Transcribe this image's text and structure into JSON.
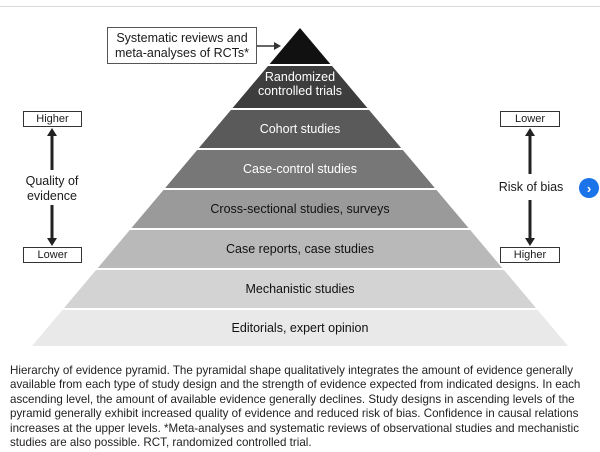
{
  "figure": {
    "apex_callout": "Systematic reviews and meta-analyses of RCTs*",
    "levels": [
      {
        "text": "Randomized controlled trials",
        "fill": "#3d3d3d",
        "color": "#ffffff"
      },
      {
        "text": "Cohort studies",
        "fill": "#5a5a5a",
        "color": "#ffffff"
      },
      {
        "text": "Case-control studies",
        "fill": "#777777",
        "color": "#ffffff"
      },
      {
        "text": "Cross-sectional studies, surveys",
        "fill": "#9a9a9a",
        "color": "#111111"
      },
      {
        "text": "Case reports, case studies",
        "fill": "#b9b9b9",
        "color": "#111111"
      },
      {
        "text": "Mechanistic studies",
        "fill": "#d3d3d3",
        "color": "#111111"
      },
      {
        "text": "Editorials, expert opinion",
        "fill": "#e9e9e9",
        "color": "#111111"
      }
    ],
    "apex_fill": "#111111",
    "quality": {
      "top": "Higher",
      "label": "Quality of evidence",
      "bottom": "Lower"
    },
    "bias": {
      "top": "Lower",
      "label": "Risk of bias",
      "bottom": "Higher"
    }
  },
  "nav": {
    "next_icon": "›",
    "color": "#1a73e8"
  },
  "caption": "Hierarchy of evidence pyramid. The pyramidal shape qualitatively integrates the amount of evidence generally available from each type of study design and the strength of evidence expected from indicated designs. In each ascending level, the amount of available evidence generally declines. Study designs in ascending levels of the pyramid generally exhibit increased quality of evidence and reduced risk of bias. Confidence in causal relations increases at the upper levels. *Meta-analyses and systematic reviews of observational studies and mechanistic studies are also possible. RCT, randomized controlled trial."
}
